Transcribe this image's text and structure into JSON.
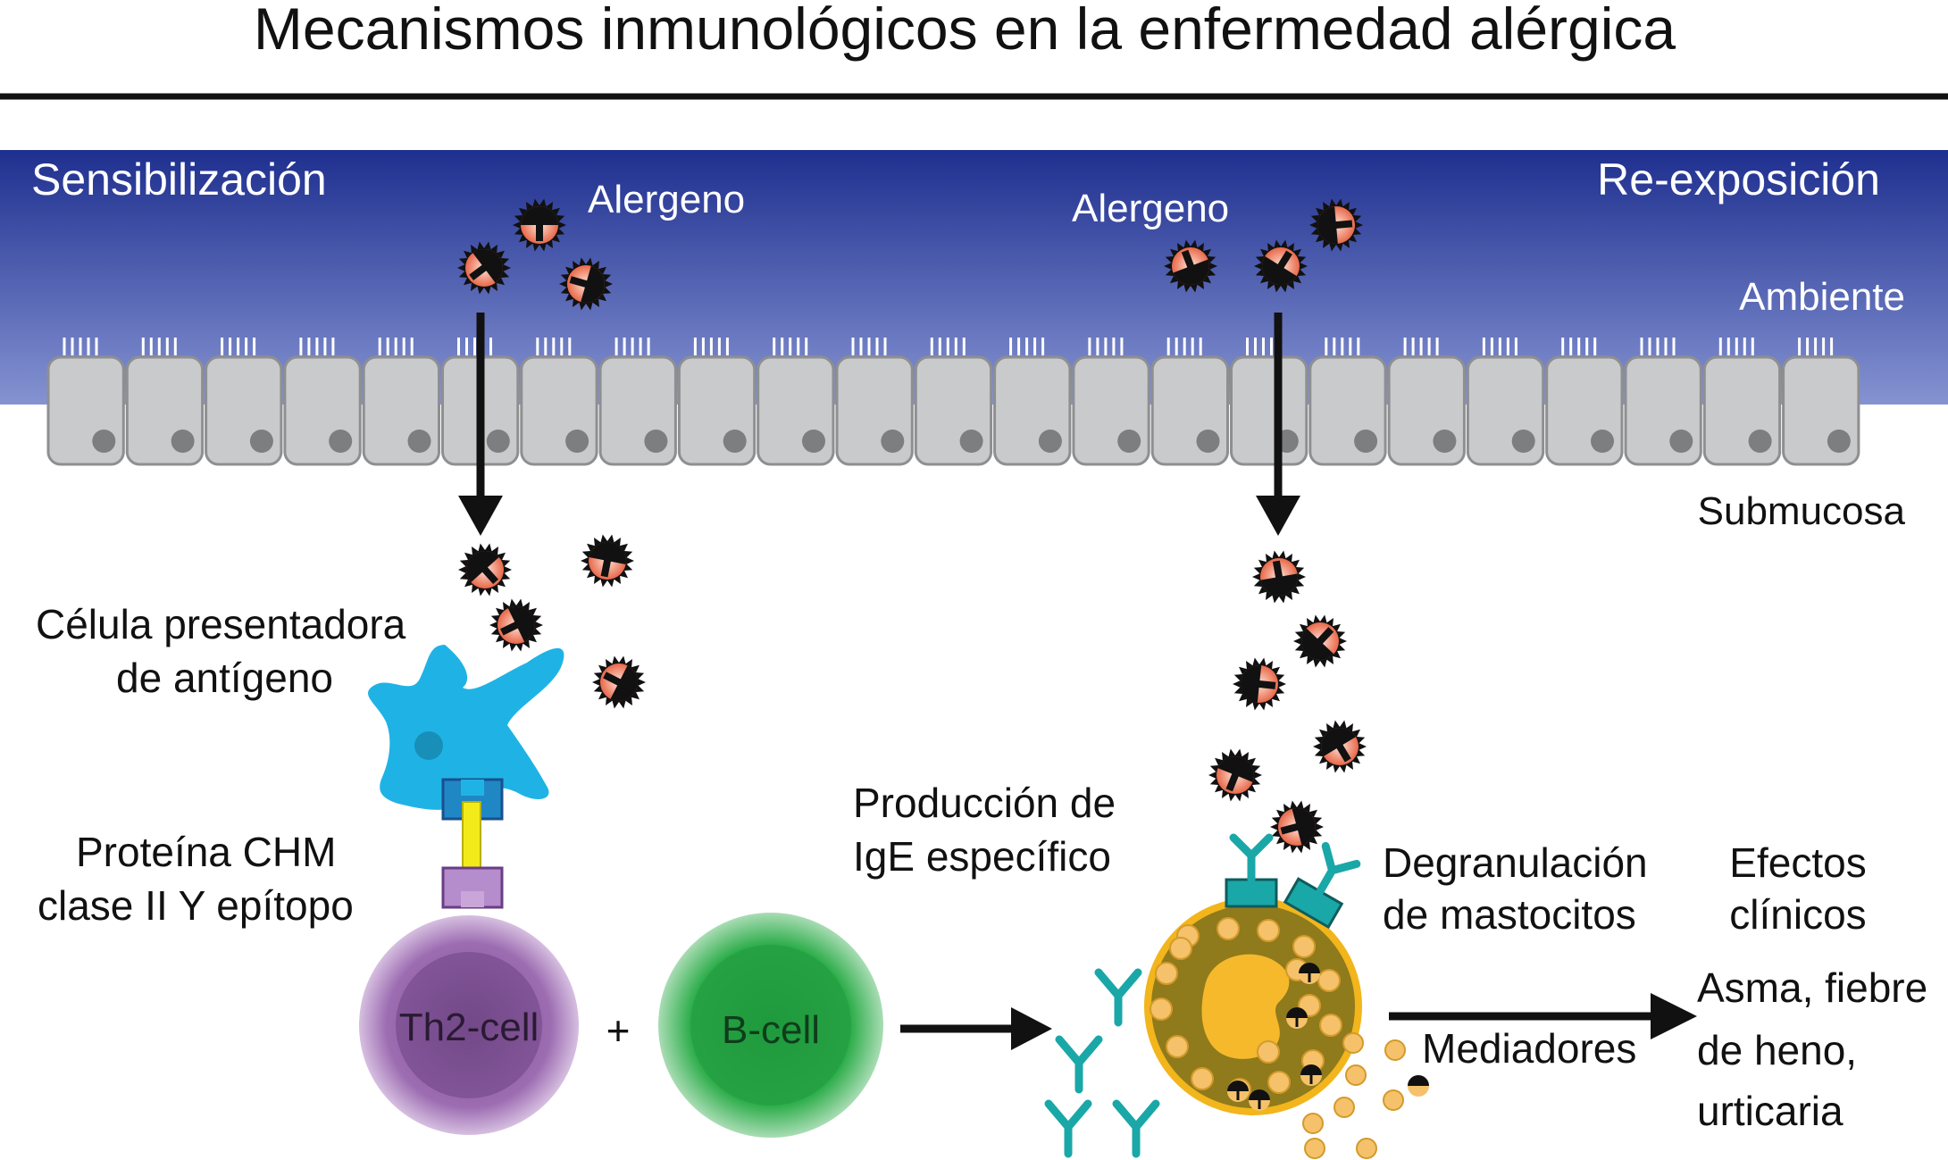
{
  "title": "Mecanismos inmunológicos en la enfermedad alérgica",
  "panels": {
    "left": "Sensibilización",
    "right": "Re-exposición"
  },
  "labels": {
    "allergen_left": "Alergeno",
    "allergen_right": "Alergeno",
    "environment": "Ambiente",
    "submucosa": "Submucosa",
    "apc_line1": "Célula presentadora",
    "apc_line2": "de antígeno",
    "mhc_line1": "Proteína CHM",
    "mhc_line2": "clase II Y epítopo",
    "th2_cell": "Th2-cell",
    "plus": "+",
    "b_cell": "B-cell",
    "ige_line1": "Producción de",
    "ige_line2": "IgE específico",
    "degran_line1": "Degranulación",
    "degran_line2": "de mastocitos",
    "effects_line1": "Efectos",
    "effects_line2": "clínicos",
    "mediators": "Mediadores",
    "clinical_line1": "Asma, fiebre",
    "clinical_line2": "de heno,",
    "clinical_line3": "urticaria"
  },
  "colors": {
    "mucosa_top": "#1e2f8f",
    "mucosa_bottom": "#7f8fd0",
    "epithelial_cell": "#c9cacc",
    "apc": "#1fb3e5",
    "th2_cell": "#a57bb7",
    "b_cell": "#27a046",
    "antibody": "#1aa7a8",
    "mast_cell": "#8f7a1c",
    "granule": "#f5c26b",
    "mhc_bar": "#f3ea1a"
  }
}
